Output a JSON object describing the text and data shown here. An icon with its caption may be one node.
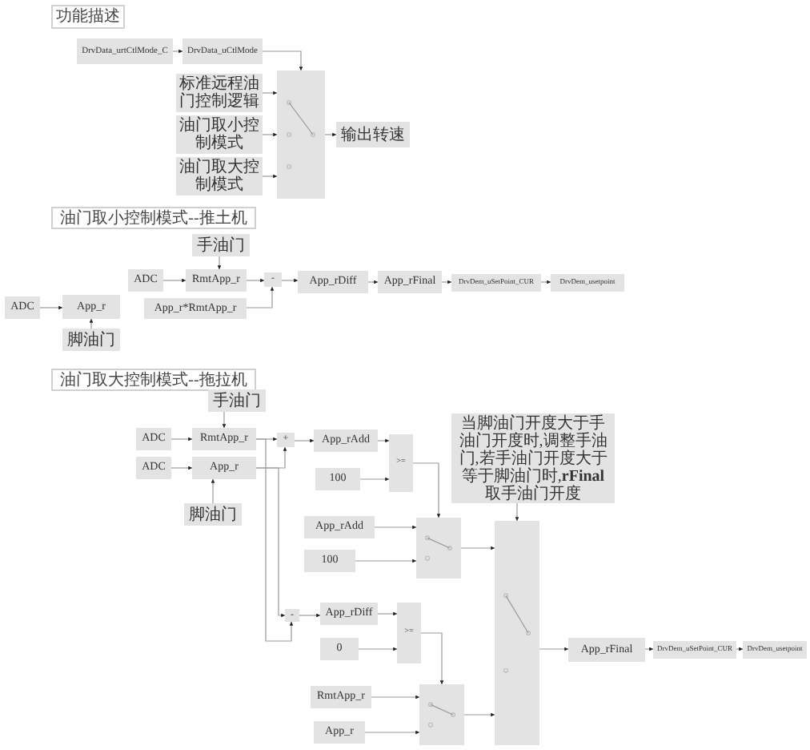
{
  "diagram": {
    "nodes": [
      {
        "text": [
          "功能描述"
        ]
      },
      {
        "text": [
          "DrvData_urtCtlMode_C"
        ]
      },
      {
        "text": [
          "DrvData_uCtlMode"
        ]
      },
      {
        "text": [],
        "shape": "box"
      },
      {
        "text": [
          "标准远程油门控制逻辑"
        ]
      },
      {
        "text": [
          "油门取小控制模式"
        ]
      },
      {
        "text": [
          "油门取大控制模式"
        ]
      },
      {
        "text": [
          "输出转速"
        ]
      },
      {
        "text": [
          "油门取小控制模式--推土机"
        ]
      },
      {
        "text": [
          "手油门"
        ]
      },
      {
        "text": [
          "ADC"
        ]
      },
      {
        "text": [
          "RmtApp_r"
        ]
      },
      {
        "text": [
          "ADC"
        ]
      },
      {
        "text": [
          "App_r"
        ]
      },
      {
        "text": [
          "App_r*RmtApp_r"
        ]
      },
      {
        "text": [
          "-"
        ]
      },
      {
        "text": [
          "App_rDiff"
        ]
      },
      {
        "text": [
          "App_rFinal"
        ]
      },
      {
        "text": [
          "DrvDem_uSetPoint_CUR"
        ]
      },
      {
        "text": [
          "DrvDem_usetpoint"
        ]
      },
      {
        "text": [
          "脚油门"
        ]
      },
      {
        "text": [
          "油门取大控制模式--拖拉机"
        ]
      },
      {
        "text": [
          "手油门"
        ]
      },
      {
        "text": [
          "ADC"
        ]
      },
      {
        "text": [
          "RmtApp_r"
        ]
      },
      {
        "text": [
          "ADC"
        ]
      },
      {
        "text": [
          "App_r"
        ]
      },
      {
        "text": [
          "脚油门"
        ]
      },
      {
        "text": [
          "+"
        ]
      },
      {
        "text": [
          "App_rAdd"
        ]
      },
      {
        "text": [
          ">="
        ]
      },
      {
        "text": [
          "100"
        ]
      },
      {
        "text": [
          "当脚油门开度大于手油门开度时,调整手油门,若手油门开度大于等于脚油门时,**rFinal**取手油门开度"
        ]
      },
      {
        "text": [
          "App_rAdd"
        ]
      },
      {
        "text": [],
        "shape": "box"
      },
      {
        "text": [
          "100"
        ]
      },
      {
        "text": [],
        "shape": "box"
      },
      {
        "text": [
          "-"
        ]
      },
      {
        "text": [
          "App_rDiff"
        ]
      },
      {
        "text": [
          ">="
        ]
      },
      {
        "text": [
          "0"
        ]
      },
      {
        "text": [
          "RmtApp_r"
        ]
      },
      {
        "text": [],
        "shape": "box"
      },
      {
        "text": [
          "App_r"
        ]
      },
      {
        "text": [
          "App_rFinal"
        ]
      },
      {
        "text": [
          "DrvDem_uSetPoint_CUR"
        ]
      },
      {
        "text": [
          "DrvDem_usetpoint"
        ]
      }
    ],
    "edges": [
      {
        "from": 1,
        "to": 2,
        "arrow": "to"
      },
      {
        "from": 2,
        "to": 3,
        "arrow": "to"
      },
      {
        "from": 4,
        "to": 3,
        "arrow": "to"
      },
      {
        "from": 5,
        "to": 3,
        "arrow": "to"
      },
      {
        "from": 6,
        "to": 3,
        "arrow": "to"
      },
      {
        "from": 3,
        "to": 7,
        "arrow": "to"
      },
      {
        "from": 9,
        "to": 11,
        "arrow": "to"
      },
      {
        "from": 10,
        "to": 11,
        "arrow": "to"
      },
      {
        "from": 11,
        "to": 15,
        "arrow": "to"
      },
      {
        "from": 14,
        "to": 15,
        "arrow": "to"
      },
      {
        "from": 12,
        "to": 13,
        "arrow": "to"
      },
      {
        "from": 20,
        "to": 13,
        "arrow": "to"
      },
      {
        "from": 15,
        "to": 16,
        "arrow": "to"
      },
      {
        "from": 16,
        "to": 17,
        "arrow": "to"
      },
      {
        "from": 17,
        "to": 18,
        "arrow": "to"
      },
      {
        "from": 18,
        "to": 19,
        "arrow": "to"
      },
      {
        "from": 22,
        "to": 24,
        "arrow": "to"
      },
      {
        "from": 23,
        "to": 24,
        "arrow": "to"
      },
      {
        "from": 25,
        "to": 26,
        "arrow": "to"
      },
      {
        "from": 27,
        "to": 26,
        "arrow": "to"
      },
      {
        "from": 24,
        "to": 28,
        "arrow": "to"
      },
      {
        "from": 26,
        "to": 28,
        "arrow": "to"
      },
      {
        "from": 28,
        "to": 29,
        "arrow": "to"
      },
      {
        "from": 29,
        "to": 30,
        "arrow": "to"
      },
      {
        "from": 31,
        "to": 30,
        "arrow": "to"
      },
      {
        "from": 30,
        "to": 34,
        "arrow": "to"
      },
      {
        "from": 33,
        "to": 34,
        "arrow": "to"
      },
      {
        "from": 35,
        "to": 34,
        "arrow": "to"
      },
      {
        "from": 34,
        "to": 36,
        "arrow": "to"
      },
      {
        "from": 32,
        "to": 36,
        "arrow": "to"
      },
      {
        "from": 24,
        "to": 37,
        "arrow": "to"
      },
      {
        "from": 26,
        "to": 37,
        "arrow": "to"
      },
      {
        "from": 37,
        "to": 38,
        "arrow": "to"
      },
      {
        "from": 38,
        "to": 39,
        "arrow": "to"
      },
      {
        "from": 40,
        "to": 39,
        "arrow": "to"
      },
      {
        "from": 39,
        "to": 42,
        "arrow": "to"
      },
      {
        "from": 41,
        "to": 42,
        "arrow": "to"
      },
      {
        "from": 43,
        "to": 42,
        "arrow": "to"
      },
      {
        "from": 42,
        "to": 36,
        "arrow": "to"
      },
      {
        "from": 36,
        "to": 44,
        "arrow": "to"
      },
      {
        "from": 44,
        "to": 45,
        "arrow": "to"
      },
      {
        "from": 45,
        "to": 46,
        "arrow": "to"
      }
    ]
  }
}
